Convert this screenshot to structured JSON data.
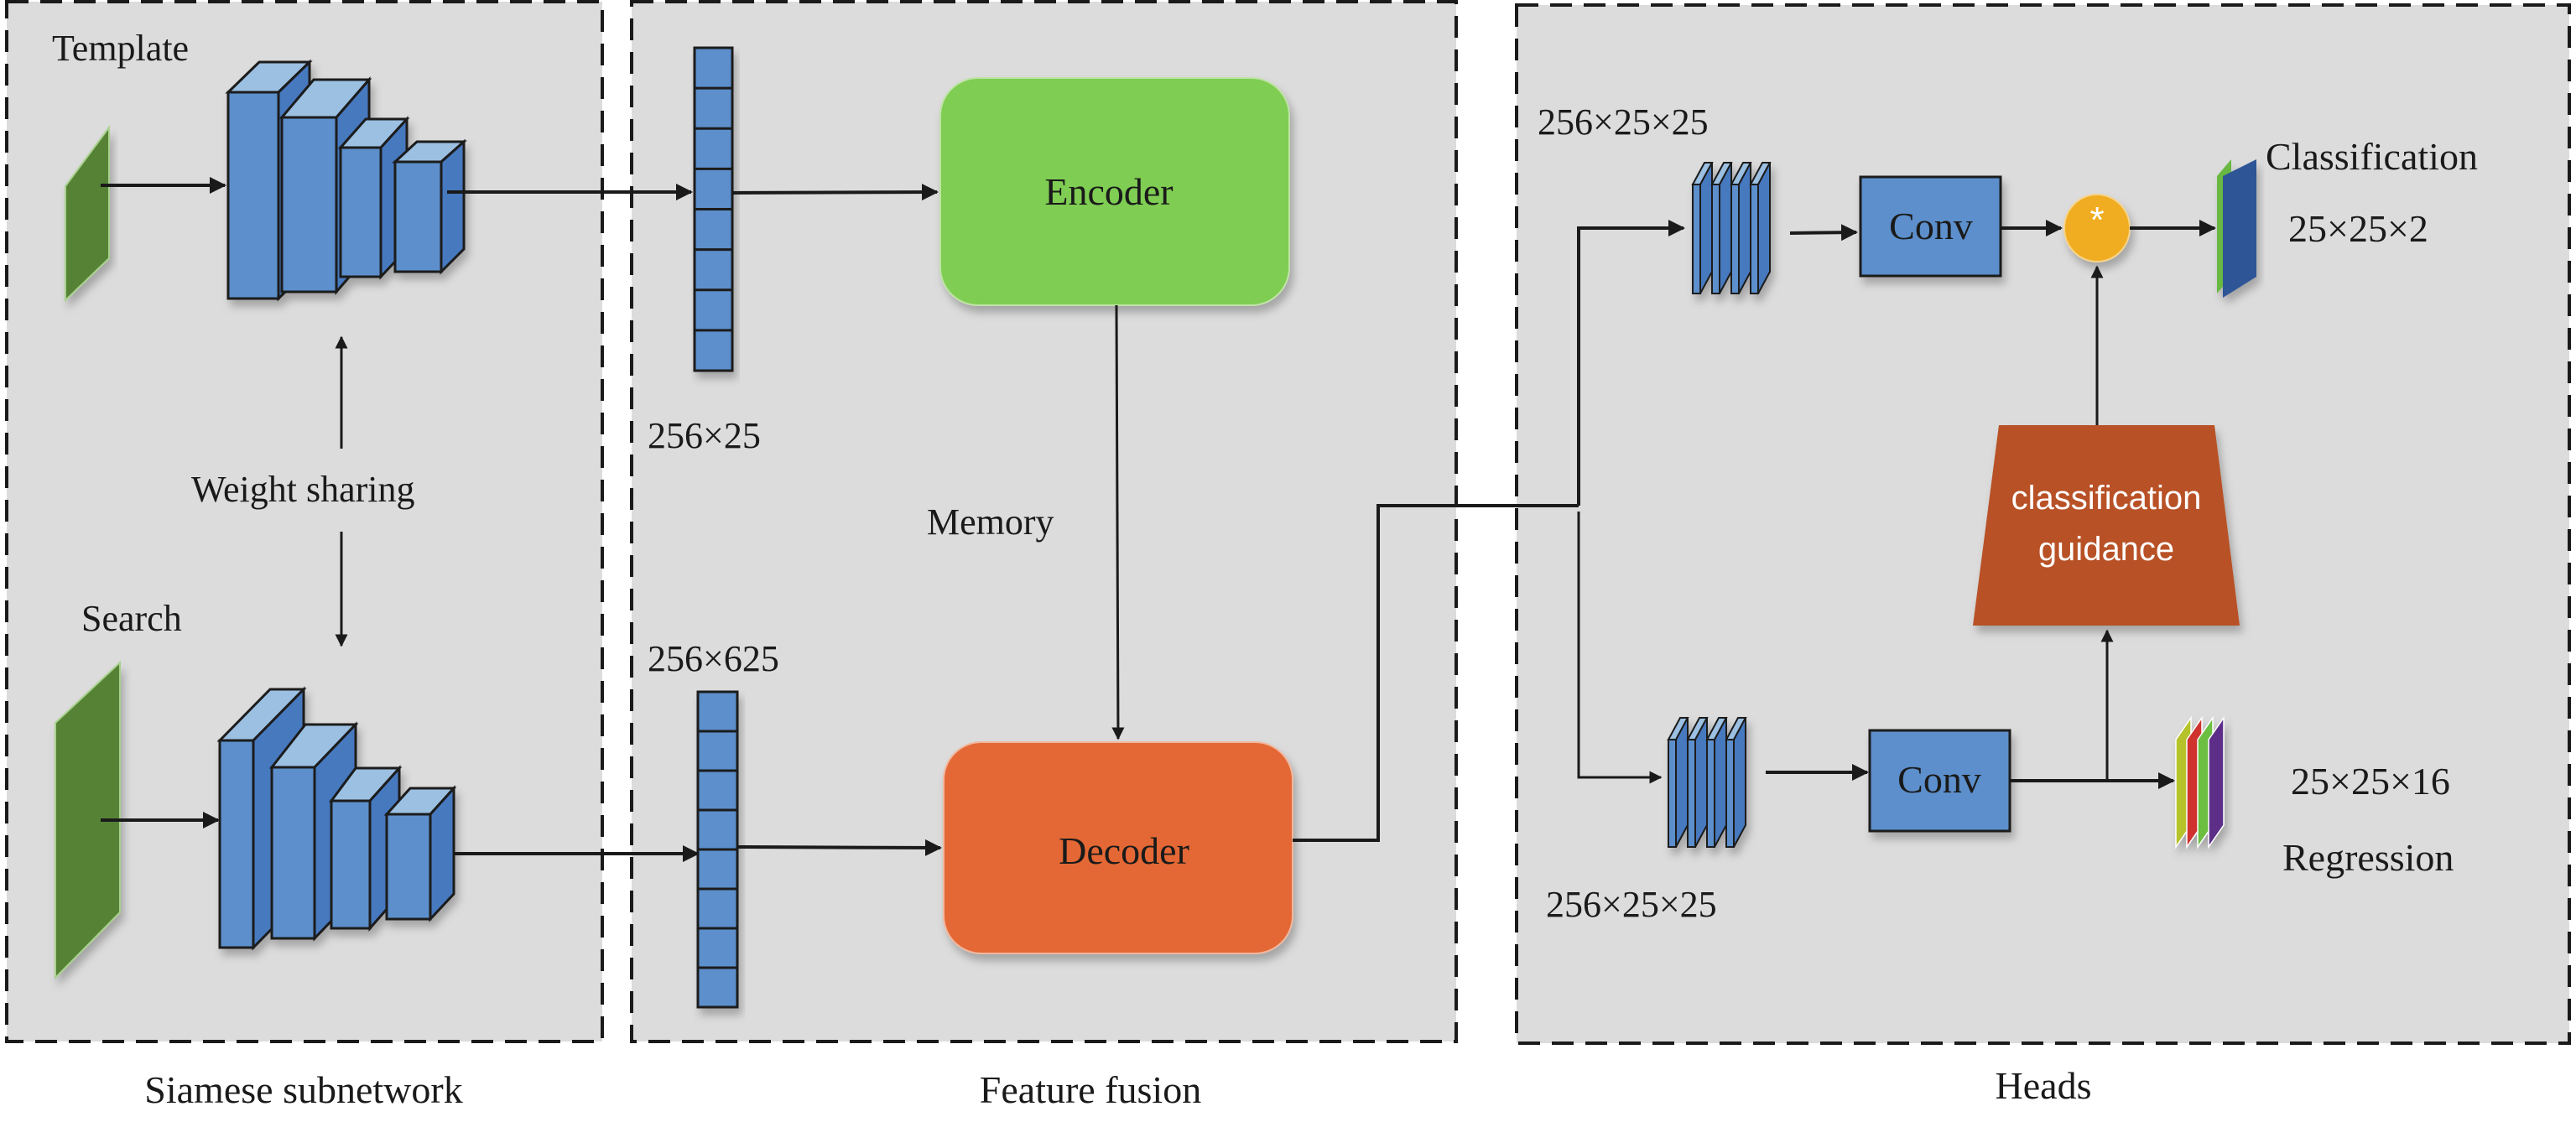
{
  "panels": {
    "siamese": {
      "caption": "Siamese subnetwork"
    },
    "fusion": {
      "caption": "Feature fusion"
    },
    "heads": {
      "caption": "Heads"
    }
  },
  "siamese": {
    "template_label": "Template",
    "search_label": "Search",
    "weight_sharing_label": "Weight sharing"
  },
  "fusion": {
    "template_vector_label": "256×25",
    "search_vector_label": "256×625",
    "encoder_label": "Encoder",
    "decoder_label": "Decoder",
    "memory_label": "Memory"
  },
  "heads": {
    "top_feature_label": "256×25×25",
    "bottom_feature_label": "256×25×25",
    "conv_top_label": "Conv",
    "conv_bottom_label": "Conv",
    "multiply_symbol": "*",
    "guidance_line1": "classification",
    "guidance_line2": "guidance",
    "classification_label": "Classification",
    "classification_size": "25×25×2",
    "regression_size": "25×25×16",
    "regression_label": "Regression"
  },
  "colors": {
    "panel_bg": "#dcdcdc",
    "input_green": "#548235",
    "block_front": "#5b8fcb",
    "block_side": "#4679bf",
    "block_top": "#9bc0e2",
    "encoder": "#7fcd52",
    "decoder": "#e36835",
    "guidance": "#b85126",
    "multiply": "#f0ad24",
    "reg_colors": [
      "#b5c22c",
      "#d0302f",
      "#6cbf3f",
      "#5b2d87"
    ],
    "cls_colors": [
      "#69b843",
      "#2e5596"
    ]
  }
}
